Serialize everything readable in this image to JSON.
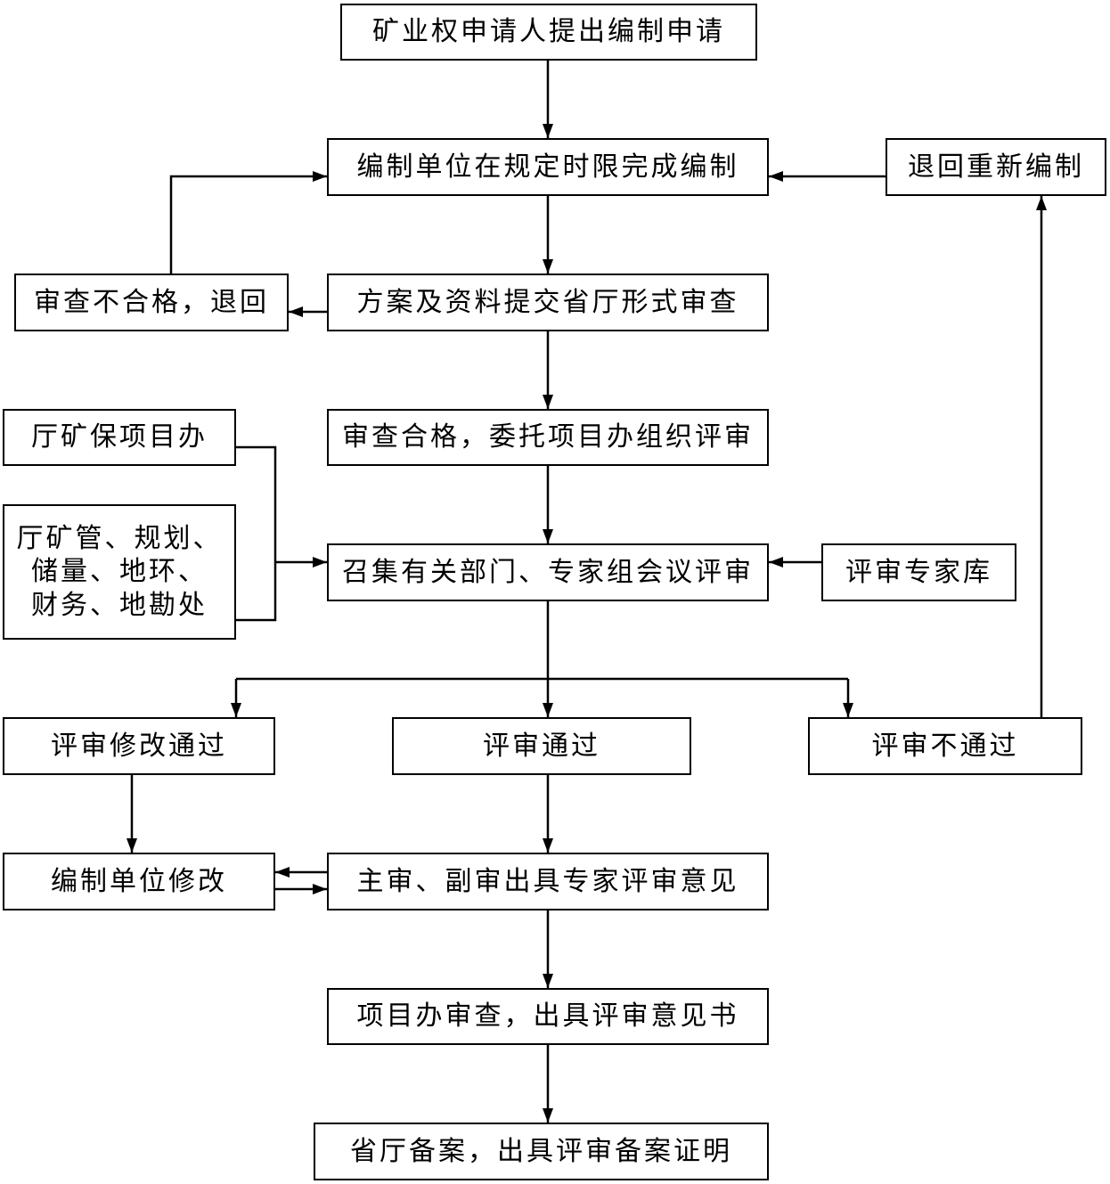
{
  "nodes": {
    "apply": "矿业权申请人提出编制申请",
    "compile": "编制单位在规定时限完成编制",
    "return_recompile": "退回重新编制",
    "submit": "方案及资料提交省厅形式审查",
    "fail_return": "审查不合格，退回",
    "entrust": "审查合格，委托项目办组织评审",
    "office": "厅矿保项目办",
    "departments": "厅矿管、规划、\n储量、地环、\n财务、地勘处",
    "meeting": "召集有关部门、专家组会议评审",
    "expert_pool": "评审专家库",
    "pass_modify": "评审修改通过",
    "pass": "评审通过",
    "not_pass": "评审不通过",
    "unit_modify": "编制单位修改",
    "opinions": "主审、副审出具专家评审意见",
    "office_review": "项目办审查，出具评审意见书",
    "filing": "省厅备案，出具评审备案证明"
  }
}
